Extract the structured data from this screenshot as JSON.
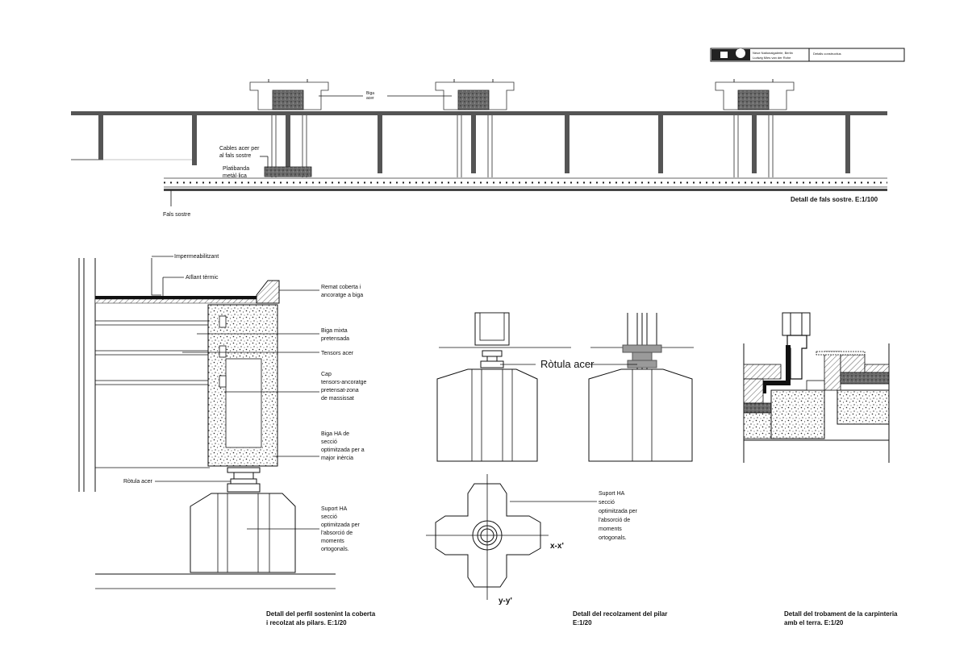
{
  "title_block": {
    "line1": "Neue Nationalgalerie, Berlin",
    "line2": "Ludwig Mies van der Rohe",
    "sheet": "Detalls constructius"
  },
  "elevation": {
    "beam_label_1": "Biga",
    "beam_label_2": "acer",
    "cables_1": "Cables acer per",
    "cables_2": "al fals sostre",
    "board_1": "Platibanda",
    "board_2": "metàl·lica",
    "fals_sostre": "Fals sostre",
    "caption": "Detall de fals sostre. E:1/100"
  },
  "detail_roof": {
    "impermeabilitzant": "Impermeabilitzant",
    "aillant": "Aïllant tèrmic",
    "remat_1": "Remat coberta i",
    "remat_2": "ancoratge a biga",
    "biga_1": "Biga mixta",
    "biga_2": "pretensada",
    "tensors": "Tensors acer",
    "cap_1": "Cap",
    "cap_2": "tensors-ancoratge",
    "cap_3": "pretensat-zona",
    "cap_4": "de massissat",
    "bigaha_1": "Biga HA de",
    "bigaha_2": "secció",
    "bigaha_3": "optimitzada per a",
    "bigaha_4": "major inèrcia",
    "rotula": "Ròtula acer",
    "suport_1": "Suport HA",
    "suport_2": "secció",
    "suport_3": "optimitzada per",
    "suport_4": "l'absorció de",
    "suport_5": "moments",
    "suport_6": "ortogonals.",
    "caption_1": "Detall del perfil sostenint la coberta",
    "caption_2": "i recolzat als pilars.  E:1/20"
  },
  "detail_pillar": {
    "rotula": "Ròtula acer",
    "suport_1": "Suport HA",
    "suport_2": "secció",
    "suport_3": "optimitzada per",
    "suport_4": "l'absorció de",
    "suport_5": "moments",
    "suport_6": "ortogonals.",
    "axis_x": "x-x'",
    "axis_y": "y-y'",
    "caption_1": "Detall del recolzament del pilar",
    "caption_2": "E:1/20"
  },
  "detail_joinery": {
    "caption_1": "Detall del trobament de la carpinteria",
    "caption_2": "amb el terra.  E:1/20"
  },
  "colors": {
    "ink": "#111111",
    "concrete": "#6e6e6e",
    "grey": "#9a9a9a"
  }
}
